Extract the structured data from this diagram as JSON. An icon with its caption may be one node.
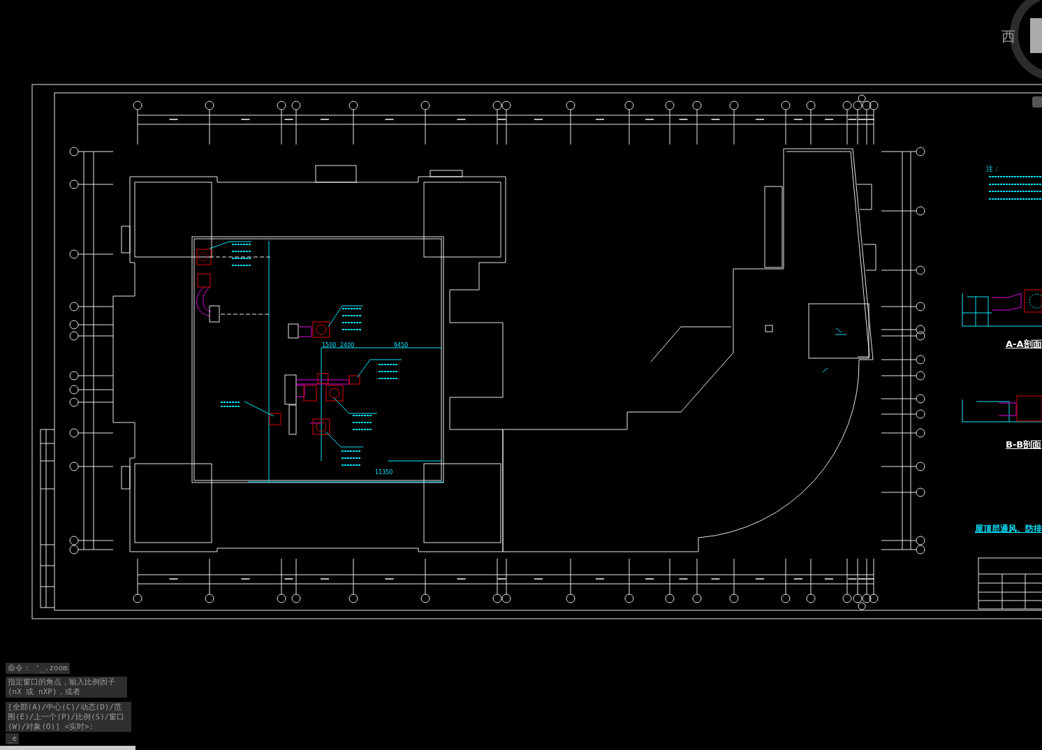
{
  "diagram": {
    "labels": [
      "西",
      "注：",
      "1500",
      "2400",
      "9450",
      "11350",
      "A-A剖面",
      "B-B剖面",
      "屋顶层通风、防排",
      "命令： '_.zoom",
      "指定窗口的角点，输入比例因子 (nX 或 nXP)，或者",
      "[全部(A)/中心(C)/动态(D)/范围(E)/上一个(P)/比例(S)/窗口(W)/对象(O)] <实时>:",
      "_e"
    ]
  }
}
